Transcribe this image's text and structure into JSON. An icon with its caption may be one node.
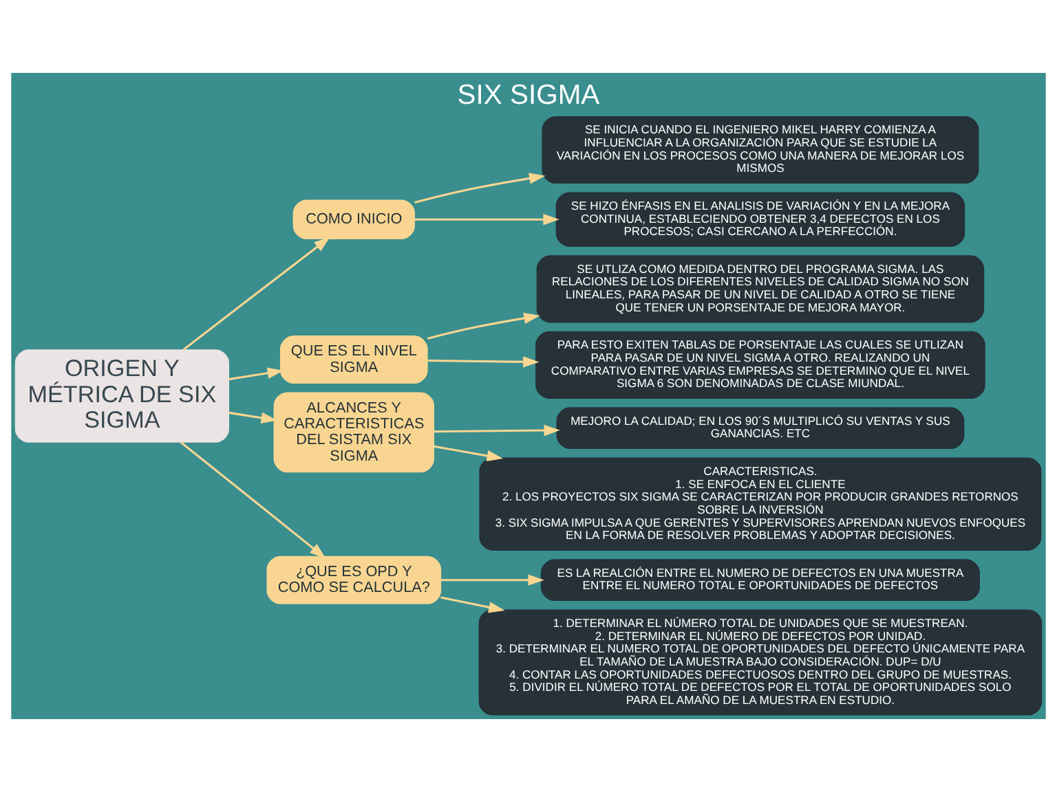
{
  "diagram": {
    "title": "SIX SIGMA",
    "nodes": [
      {
        "text": [
          "SE INICIA CUANDO EL INGENIERO MIKEL HARRY COMIENZA A INFLUENCIAR A LA ORGANIZACIÓN PARA QUE SE ESTUDIE LA VARIACIÓN EN LOS PROCESOS COMO UNA MANERA DE MEJORAR LOS MISMOS"
        ]
      },
      {
        "text": [
          "SE HIZO ÉNFASIS EN EL ANALISIS DE VARIACIÓN Y EN LA MEJORA CONTINUA, ESTABLECIENDO OBTENER 3,4 DEFECTOS EN LOS PROCESOS; CASI CERCANO A LA PERFECCIÓN."
        ]
      },
      {
        "text": [
          "COMO INICIO"
        ]
      },
      {
        "text": [
          "SE UTLIZA COMO MEDIDA DENTRO DEL PROGRAMA SIGMA. LAS RELACIONES DE LOS DIFERENTES NIVELES DE CALIDAD SIGMA NO SON LINEALES, PARA PASAR DE UN NIVEL DE CALIDAD A OTRO SE TIENE QUE TENER UN PORSENTAJE DE MEJORA MAYOR."
        ]
      },
      {
        "text": [
          "QUE ES EL NIVEL SIGMA"
        ]
      },
      {
        "text": [
          "PARA ESTO EXITEN TABLAS DE PORSENTAJE LAS CUALES SE UTLIZAN PARA PASAR DE UN NIVEL SIGMA A OTRO. REALIZANDO UN COMPARATIVO ENTRE VARIAS EMPRESAS SE DETERMINO QUE EL NIVEL SIGMA 6 SON DENOMINADAS DE CLASE MIUNDAL."
        ]
      },
      {
        "text": [
          "ORIGEN Y MÉTRICA DE SIX SIGMA"
        ]
      },
      {
        "text": [
          "MEJORO LA CALIDAD; EN LOS 90´S MULTIPLICÓ SU VENTAS Y SUS GANANCIAS. ETC"
        ]
      },
      {
        "text": [
          "ES LA REALCIÓN ENTRE EL NUMERO DE DEFECTOS EN UNA MUESTRA ENTRE EL NUMERO TOTAL E OPORTUNIDADES DE DEFECTOS"
        ]
      },
      {
        "text": [
          "ALCANCES Y CARACTERISTICAS DEL SISTAM SIX SIGMA"
        ]
      },
      {
        "text": [
          "¿QUE ES OPD Y COMO SE CALCULA?"
        ]
      },
      {
        "text": [
          "CARACTERISTICAS.",
          "1. SE ENFOCA EN EL CLIENTE",
          "2. LOS PROYECTOS SIX SIGMA SE CARACTERIZAN POR PRODUCIR GRANDES RETORNOS SOBRE LA INVERSIÓN",
          "3. SIX SIGMA IMPULSA A QUE GERENTES Y SUPERVISORES APRENDAN NUEVOS ENFOQUES EN LA FORMA DE RESOLVER PROBLEMAS Y ADOPTAR DECISIONES."
        ]
      },
      {
        "text": [
          "1. DETERMINAR EL NÚMERO TOTAL DE UNIDADES QUE SE MUESTREAN.",
          "2. DETERMINAR EL NÚMERO DE DEFECTOS POR UNIDAD.",
          "3. DETERMINAR EL NUMERO TOTAL DE OPORTUNIDADES DEL DEFECTO ÚNICAMENTE PARA EL TAMAÑO DE LA MUESTRA BAJO CONSIDERACIÓN. DUP= D/U",
          "4. CONTAR LAS OPORTUNIDADES DEFECTUOSOS DENTRO DEL GRUPO DE MUESTRAS.",
          "5. DIVIDIR EL NÚMERO TOTAL DE DEFECTOS POR EL TOTAL DE OPORTUNIDADES SOLO PARA EL AMAÑO DE LA MUESTRA EN ESTUDIO."
        ]
      }
    ],
    "edges": [
      {
        "from": 6,
        "to": 2,
        "arrow": "to"
      },
      {
        "from": 6,
        "to": 4,
        "arrow": "to"
      },
      {
        "from": 6,
        "to": 9,
        "arrow": "to"
      },
      {
        "from": 6,
        "to": 10,
        "arrow": "to"
      },
      {
        "from": 2,
        "to": 0,
        "arrow": "to"
      },
      {
        "from": 2,
        "to": 1,
        "arrow": "to"
      },
      {
        "from": 4,
        "to": 3,
        "arrow": "to"
      },
      {
        "from": 4,
        "to": 5,
        "arrow": "to"
      },
      {
        "from": 9,
        "to": 7,
        "arrow": "to"
      },
      {
        "from": 9,
        "to": 11,
        "arrow": "to"
      },
      {
        "from": 10,
        "to": 8,
        "arrow": "to"
      },
      {
        "from": 10,
        "to": 12,
        "arrow": "to"
      }
    ]
  }
}
